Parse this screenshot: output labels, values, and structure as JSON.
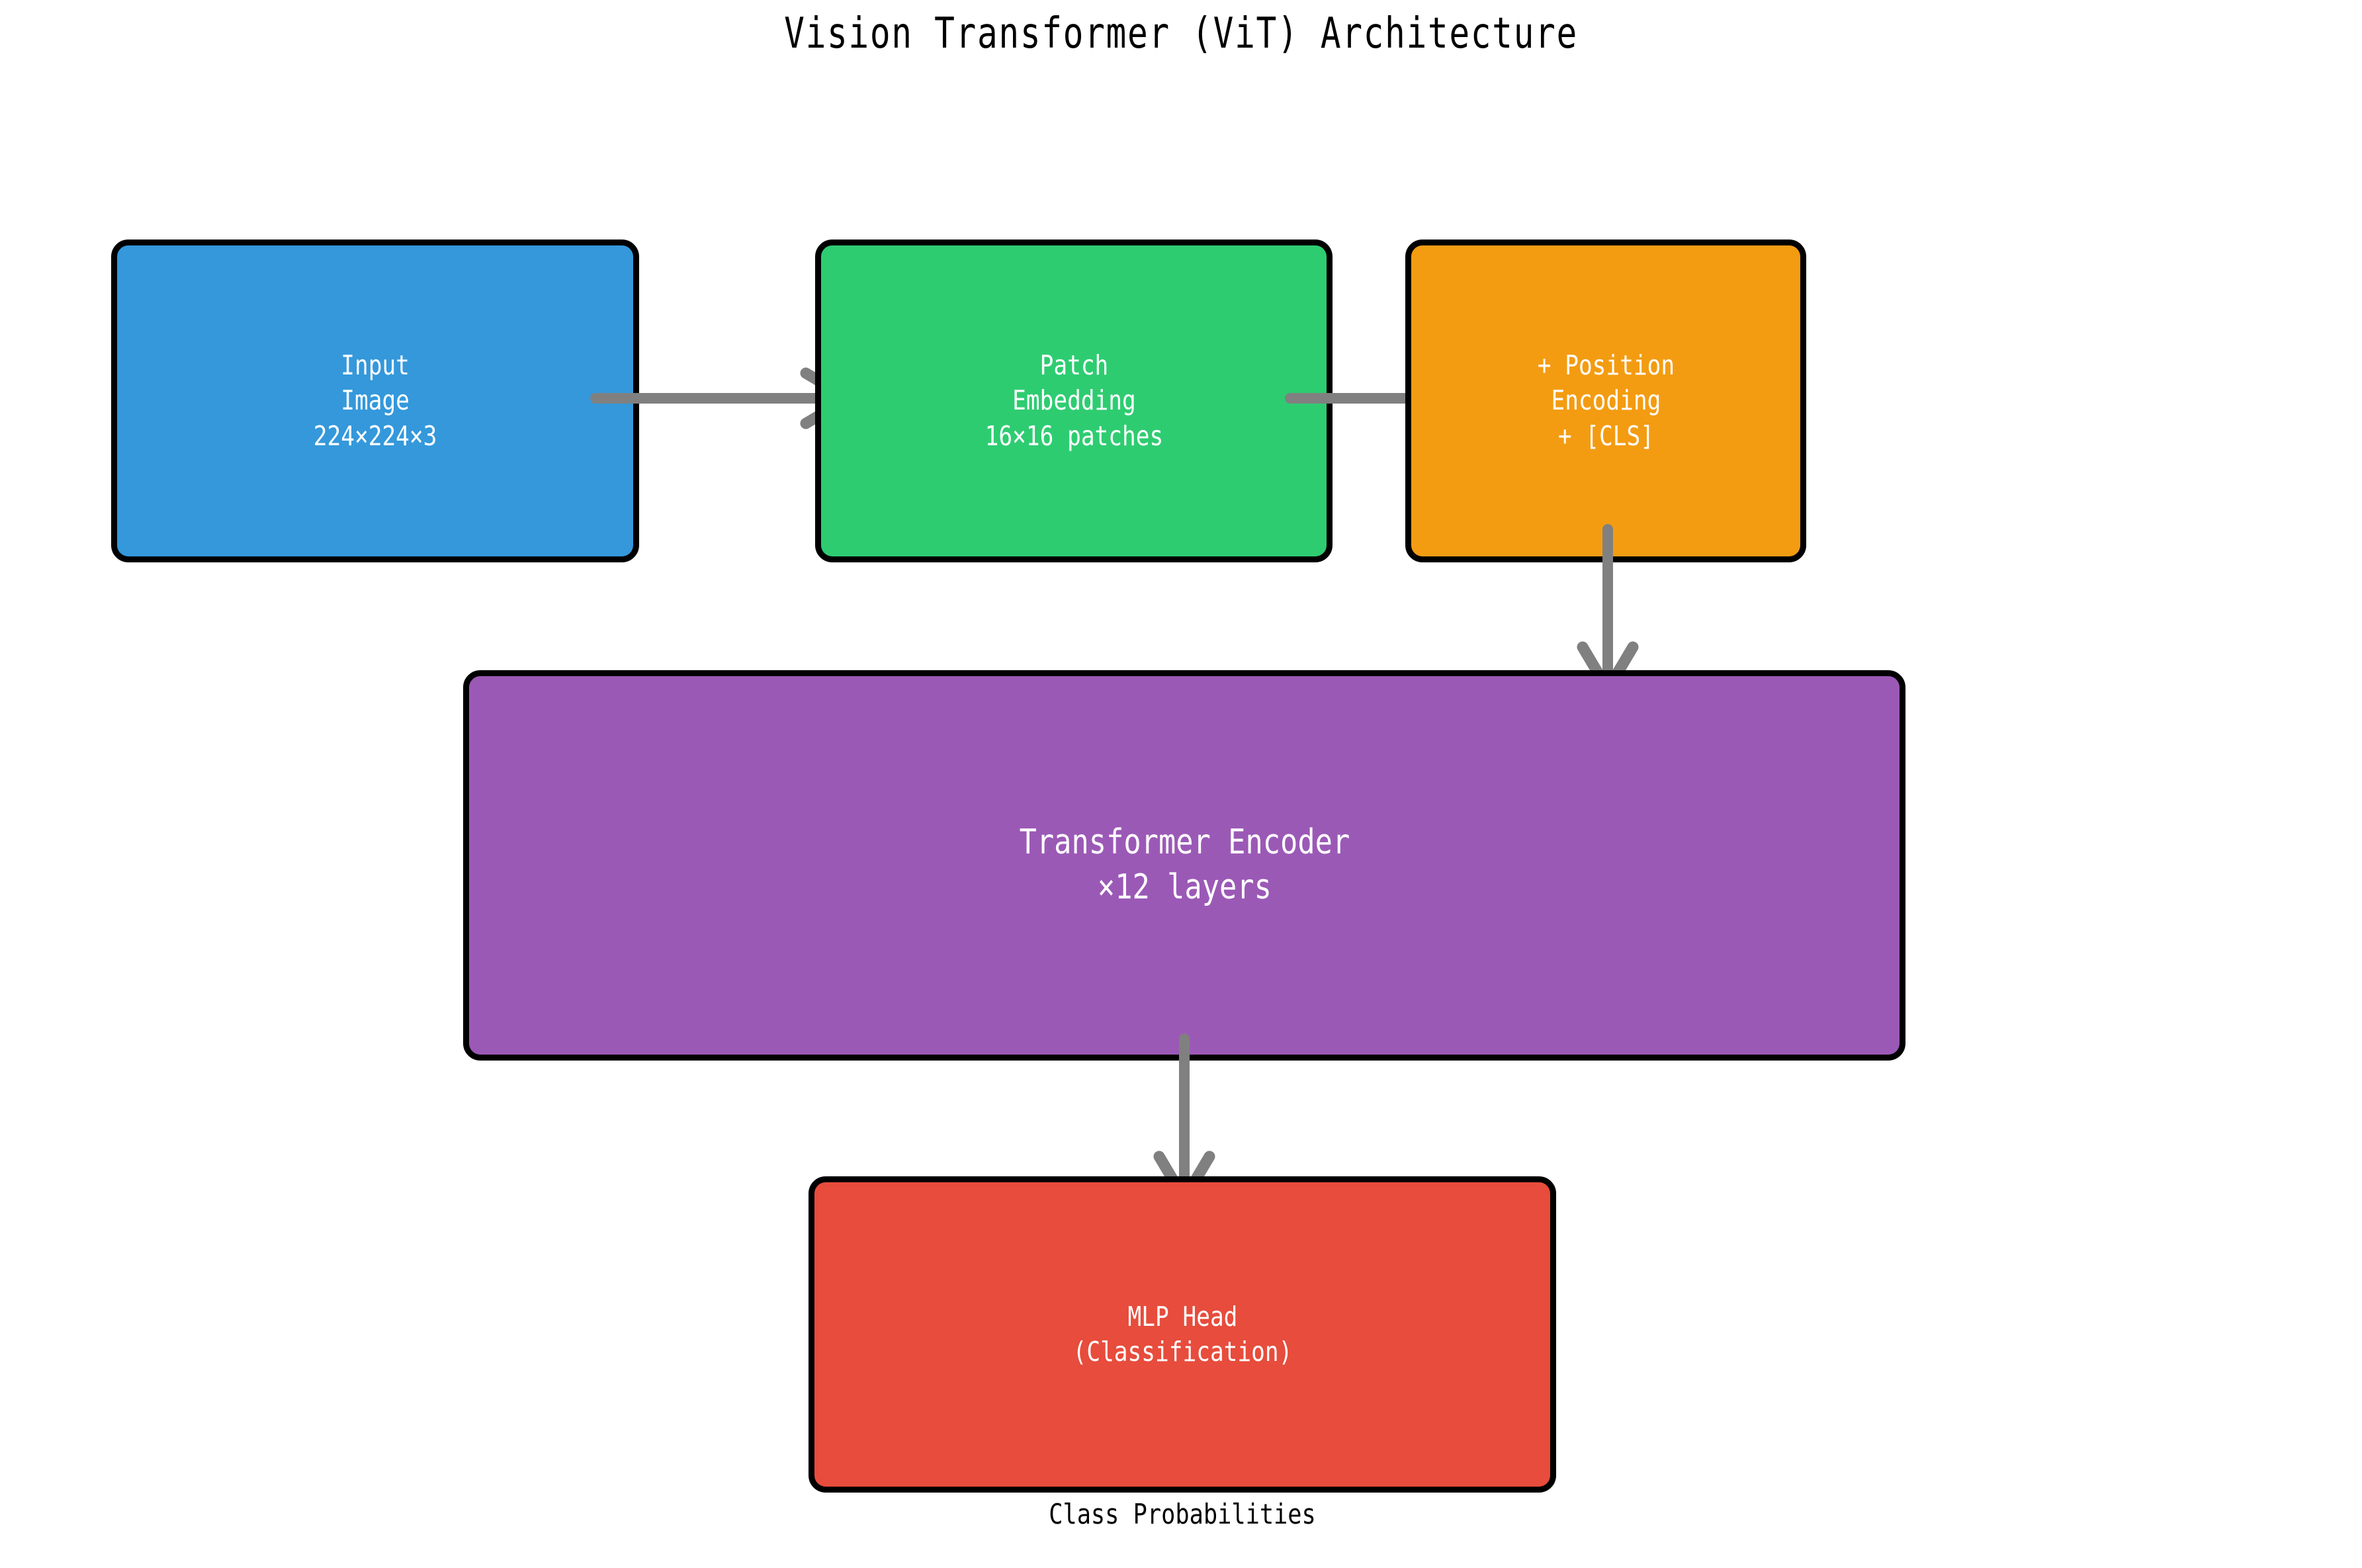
{
  "diagram": {
    "title": "Vision Transformer (ViT) Architecture",
    "background_color": "#ffffff",
    "border_color": "#000000",
    "arrow_color": "#808080"
  },
  "nodes": [
    {
      "id": "input-image",
      "label": "Input\nImage\n224×224×3",
      "color": "#3498db",
      "text_color": "#ffffff"
    },
    {
      "id": "patch-embedding",
      "label": "Patch\nEmbedding\n16×16 patches",
      "color": "#2ecc71",
      "text_color": "#ffffff"
    },
    {
      "id": "position-encoding",
      "label": "+ Position\nEncoding\n+ [CLS]",
      "color": "#f39c12",
      "text_color": "#ffffff"
    },
    {
      "id": "transformer-encoder",
      "label": "Transformer Encoder\n×12 layers",
      "color": "#9b59b6",
      "text_color": "#ffffff"
    },
    {
      "id": "mlp-head",
      "label": "MLP Head\n(Classification)",
      "color": "#e74c3c",
      "text_color": "#ffffff"
    }
  ],
  "edges": [
    {
      "id": "input-to-patch",
      "from": "input-image",
      "to": "patch-embedding",
      "direction": "right"
    },
    {
      "id": "patch-to-position",
      "from": "patch-embedding",
      "to": "position-encoding",
      "direction": "right"
    },
    {
      "id": "position-to-encoder",
      "from": "position-encoding",
      "to": "transformer-encoder",
      "direction": "down"
    },
    {
      "id": "encoder-to-mlp",
      "from": "transformer-encoder",
      "to": "mlp-head",
      "direction": "down"
    }
  ],
  "captions": {
    "output": "Class Probabilities"
  }
}
